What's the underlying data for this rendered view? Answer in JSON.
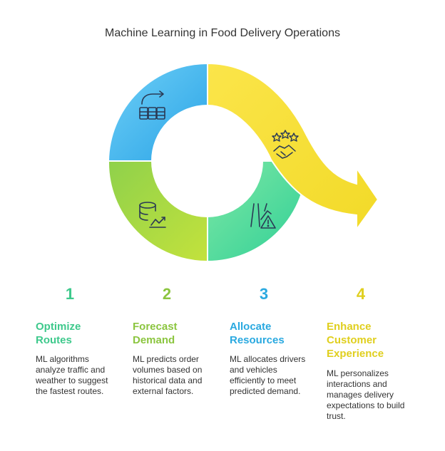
{
  "title": "Machine Learning in Food Delivery Operations",
  "colors": {
    "blue": "#42b8f0",
    "lime": "#a8d93a",
    "green": "#3ed79a",
    "yellow": "#f6e23a",
    "step1": "#3ec98c",
    "step2": "#8bc53f",
    "step3": "#2aa9e0",
    "step4": "#e0cf1e"
  },
  "icons": [
    "data-transfer-icon",
    "database-chart-icon",
    "road-warning-icon",
    "stars-handshake-icon"
  ],
  "steps": [
    {
      "number": "1",
      "heading": "Optimize Routes",
      "description": "ML algorithms analyze traffic and weather to suggest the fastest routes."
    },
    {
      "number": "2",
      "heading": "Forecast Demand",
      "description": "ML predicts order volumes based on historical data and external factors."
    },
    {
      "number": "3",
      "heading": "Allocate Resources",
      "description": "ML allocates drivers and vehicles efficiently to meet predicted demand."
    },
    {
      "number": "4",
      "heading": "Enhance Customer Experience",
      "description": "ML personalizes interactions and manages delivery expectations to build trust."
    }
  ]
}
